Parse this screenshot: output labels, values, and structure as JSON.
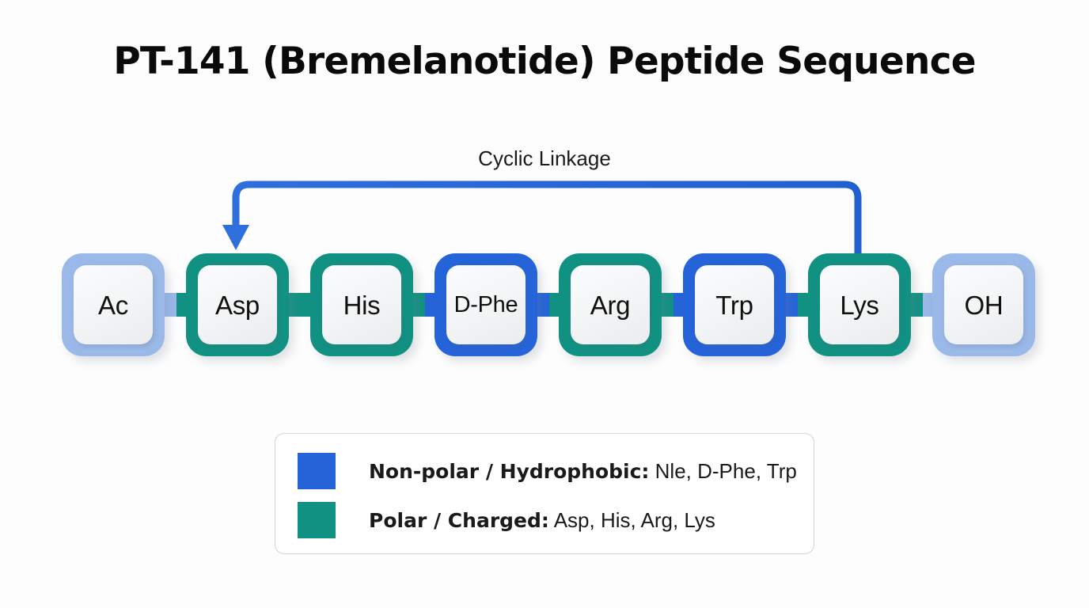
{
  "page": {
    "title": "PT-141 (Bremelanotide) Peptide Sequence",
    "background_color": "#fdfdfd"
  },
  "colors": {
    "nonpolar_blue": "#2563d9",
    "polar_teal": "#119182",
    "terminal_light_blue": "#9ab8e8",
    "box_face": "#f1f3f4",
    "legend_border": "#d2d4d8",
    "text": "#101010"
  },
  "cyclic_linkage": {
    "label": "Cyclic Linkage",
    "from_residue": "Lys",
    "to_residue": "Asp",
    "color": "#2563d9",
    "arrow_target": "Asp"
  },
  "chain": {
    "residues": [
      {
        "label": "Ac",
        "type": "terminal",
        "color": "#9ab8e8"
      },
      {
        "label": "Asp",
        "type": "polar",
        "color": "#119182"
      },
      {
        "label": "His",
        "type": "polar",
        "color": "#119182"
      },
      {
        "label": "D-Phe",
        "type": "nonpolar",
        "color": "#2563d9"
      },
      {
        "label": "Arg",
        "type": "polar",
        "color": "#119182"
      },
      {
        "label": "Trp",
        "type": "nonpolar",
        "color": "#2563d9"
      },
      {
        "label": "Lys",
        "type": "polar",
        "color": "#119182"
      },
      {
        "label": "OH",
        "type": "terminal",
        "color": "#9ab8e8"
      }
    ]
  },
  "legend": {
    "items": [
      {
        "color": "#2563d9",
        "category": "Non-polar / Hydrophobic:",
        "members": "Nle, D-Phe, Trp"
      },
      {
        "color": "#119182",
        "category": "Polar / Charged:",
        "members": "Asp, His, Arg, Lys"
      }
    ]
  }
}
